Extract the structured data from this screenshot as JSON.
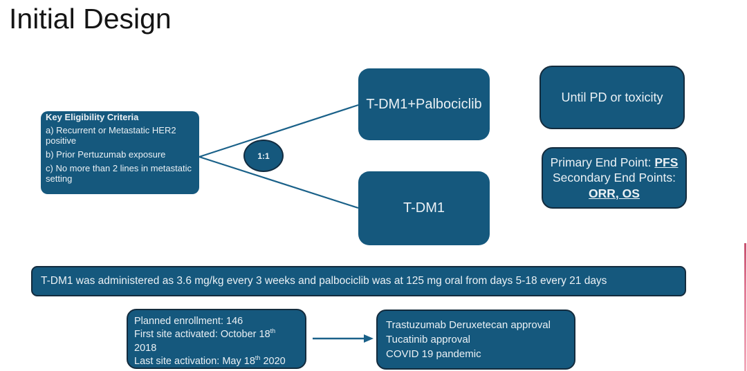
{
  "slide": {
    "title": "Initial Design"
  },
  "colors": {
    "box_fill": "#15587D",
    "box_border": "#132B3D",
    "connector": "#1A6189",
    "box_text": "#EBF1F5",
    "title_text": "#151515",
    "accent_line_top": "#C8506E",
    "accent_line_bottom": "#F4A9BB"
  },
  "eligibility": {
    "heading": "Key Eligibility Criteria",
    "items": [
      "a) Recurrent or Metastatic HER2 positive",
      "b) Prior Pertuzumab exposure",
      "c) No more than 2 lines in metastatic setting"
    ]
  },
  "randomization": {
    "ratio": "1:1"
  },
  "arms": [
    {
      "label": "T-DM1+Palbociclib"
    },
    {
      "label": "T-DM1"
    }
  ],
  "duration": {
    "label": "Until PD or toxicity"
  },
  "endpoints": {
    "primary_prefix": "Primary End Point: ",
    "primary_value": "PFS",
    "secondary_prefix": "Secondary End Points:",
    "secondary_value": "ORR, OS"
  },
  "dosing": {
    "text": "T-DM1 was administered as 3.6 mg/kg every 3 weeks and palbociclib was at 125 mg oral from days 5-18 every 21 days"
  },
  "enrollment": {
    "line1": "Planned enrollment: 146",
    "line2_pre": "First site activated: October 18",
    "line2_sup": "th",
    "line2_post": " 2018",
    "line3_pre": "Last site activation: May 18",
    "line3_sup": "th",
    "line3_post": " 2020"
  },
  "context": {
    "lines": [
      "Trastuzumab Deruxetecan approval",
      "Tucatinib approval",
      "COVID 19 pandemic"
    ]
  }
}
